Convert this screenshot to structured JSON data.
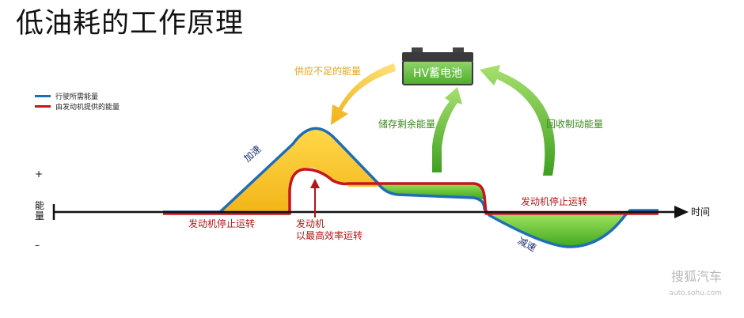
{
  "title": "低油耗的工作原理",
  "legend": {
    "items": [
      {
        "label": "行驶所需能量",
        "color": "#1f6db8"
      },
      {
        "label": "由发动机提供的能量",
        "color": "#c4161c"
      }
    ]
  },
  "battery": {
    "label": "HV蓄电池"
  },
  "arrows": {
    "supply": "供应不足的能量",
    "store": "储存剩余能量",
    "regen": "回收制动能量"
  },
  "axis": {
    "x_label": "时间",
    "y_label": "能量",
    "plus": "+",
    "minus": "–"
  },
  "annotations": {
    "accelerate": "加速",
    "decelerate": "减速",
    "engine_stop_left": "发动机停止运转",
    "engine_stop_right": "发动机停止运转",
    "engine_efficiency_line1": "发动机",
    "engine_efficiency_line2": "以最高效率运转"
  },
  "colors": {
    "drive_energy": "#1f6db8",
    "engine_energy": "#c4161c",
    "yellow_fill": "#f5c227",
    "green_fill": "#5cbf2a",
    "arrow_orange": "#f2b620",
    "arrow_green": "#6cc03a"
  },
  "watermark": {
    "brand": "搜狐汽车",
    "url": "auto.sohu.com"
  }
}
